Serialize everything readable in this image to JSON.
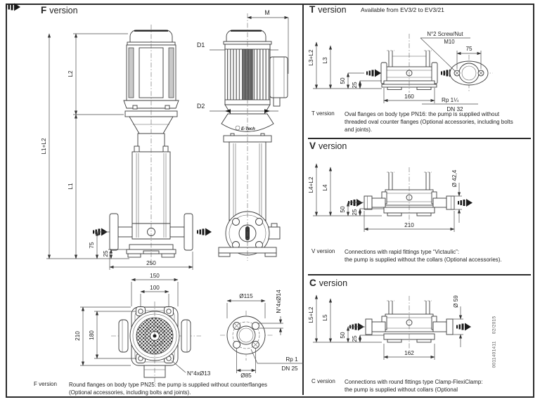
{
  "page": {
    "doc_code": "0011401411",
    "doc_date": "02/2015"
  },
  "f": {
    "heading_letter": "F",
    "heading_word": "version",
    "logo": "E-Tech",
    "dim_m": "M",
    "dim_d1": "D1",
    "dim_d2": "D2",
    "dim_l2": "L2",
    "dim_l1l2": "L1+L2",
    "dim_l1": "L1",
    "dim_75": "75",
    "dim_25": "25",
    "dim_250": "250",
    "dim_150": "150",
    "dim_100": "100",
    "dim_210": "210",
    "dim_180": "180",
    "dim_holes13": "N°4xØ13",
    "dim_d115": "Ø115",
    "dim_holes14": "N°4xØ14",
    "dim_rp": "Rp 1",
    "dim_dn": "DN 25",
    "dim_d85": "Ø85",
    "caption_label": "F version",
    "caption_line1": "Round flanges on body type PN25: the pump is supplied without counterflanges",
    "caption_line2": "(Optional accessories, including bolts and joints)."
  },
  "t": {
    "heading_letter": "T",
    "heading_word": "version",
    "availability": "Available from EV3/2 to EV3/21",
    "note_line1": "N°2 Screw/Nut",
    "note_line2": "M10",
    "dim_l3l2": "L3+L2",
    "dim_l3": "L3",
    "dim_50": "50",
    "dim_25": "25",
    "dim_160": "160",
    "dim_75": "75",
    "dim_rp": "Rp 1¼",
    "dim_dn": "DN 32",
    "caption_label": "T version",
    "caption_line1": "Oval flanges on body type PN16: the pump is supplied without",
    "caption_line2": "threaded oval counter flanges (Optional accessories, including bolts",
    "caption_line3": "and joints)."
  },
  "v": {
    "heading_letter": "V",
    "heading_word": "version",
    "dim_l4l2": "L4+L2",
    "dim_l4": "L4",
    "dim_50": "50",
    "dim_25": "25",
    "dim_210": "210",
    "dim_diam": "Ø 42,4",
    "caption_label": "V version",
    "caption_line1": "Connections with rapid fittings type “Victaulic”:",
    "caption_line2": "the pump is supplied without the collars (Optional accessories)."
  },
  "c": {
    "heading_letter": "C",
    "heading_word": "version",
    "dim_l5l2": "L5+L2",
    "dim_l5": "L5",
    "dim_50": "50",
    "dim_25": "25",
    "dim_162": "162",
    "dim_diam": "Ø 59",
    "caption_label": "C version",
    "caption_line1": "Connections with round fittings type Clamp-FlexiClamp:",
    "caption_line2": "the pump is supplied without collars (Optional"
  }
}
